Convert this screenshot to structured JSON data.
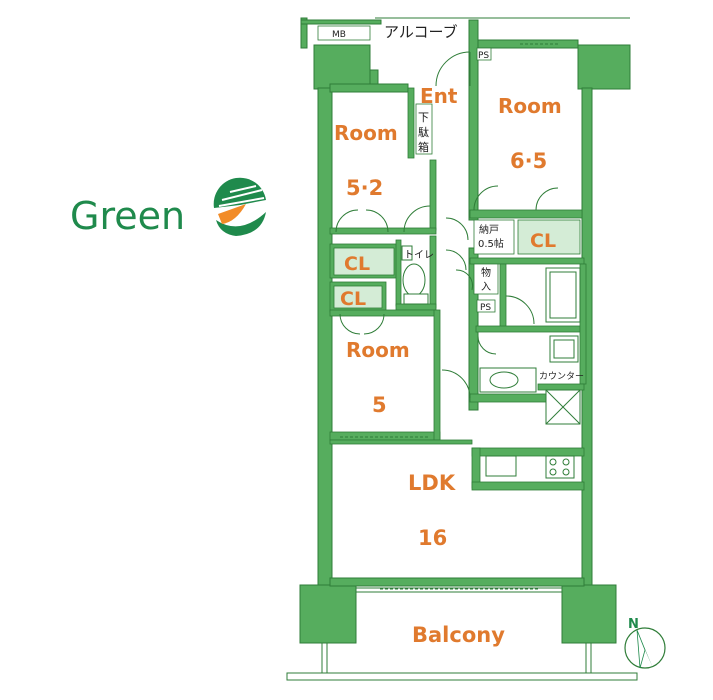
{
  "brand": {
    "name": "Green",
    "color": "#1f8a4c",
    "logo_icon": "leaf-sun-icon"
  },
  "labels": {
    "alcove": "アルコーブ",
    "mb": "MB",
    "ps_top": "PS",
    "ps_mid": "PS",
    "entrance": "Ent",
    "shoe_box": [
      "下",
      "駄",
      "箱"
    ],
    "room_nw": "Room",
    "room_nw_size": "5·2",
    "room_ne": "Room",
    "room_ne_size": "6·5",
    "room_w": "Room",
    "room_w_size": "5",
    "closet_1": "CL",
    "closet_2": "CL",
    "closet_3": "CL",
    "toilet": "トイレ",
    "storage_room": "納戸",
    "storage_size": "0.5帖",
    "storage_small": [
      "物",
      "入"
    ],
    "counter": "カウンター",
    "ldk": "LDK",
    "ldk_size": "16",
    "balcony": "Balcony",
    "compass": "N"
  },
  "colors": {
    "wall": "#56ad5e",
    "wall_dark": "#3f8f48",
    "floor": "#ffffff",
    "closet_fill": "#d4ecd6",
    "room_text": "#e07a2e",
    "line": "#2f7d38"
  }
}
